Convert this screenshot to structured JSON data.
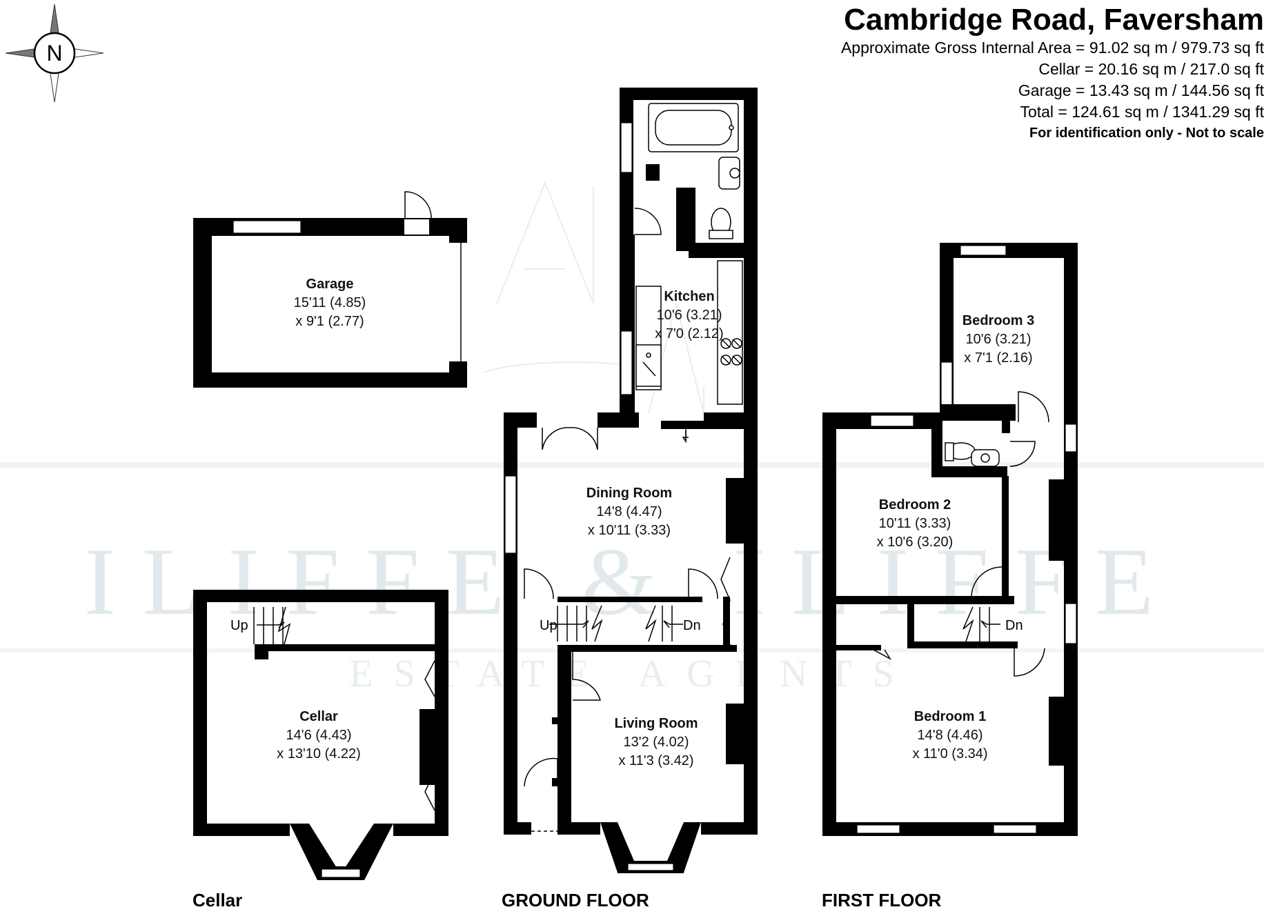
{
  "header": {
    "title": "Cambridge Road, Faversham",
    "gross_area": "Approximate Gross Internal Area = 91.02 sq m / 979.73 sq ft",
    "cellar_area": "Cellar = 20.16 sq m / 217.0 sq ft",
    "garage_area": "Garage = 13.43 sq m / 144.56 sq ft",
    "total_area": "Total = 124.61 sq m / 1341.29 sq ft",
    "disclaimer": "For identification only - Not to scale"
  },
  "compass": {
    "letter": "N",
    "icon": "north-compass-icon"
  },
  "watermark": {
    "brand": "ILIFFE & ILIFFE",
    "subtitle": "ESTATE AGENTS"
  },
  "rooms": {
    "garage": {
      "name": "Garage",
      "dim1": "15'11 (4.85)",
      "dim2": "x 9'1 (2.77)"
    },
    "kitchen": {
      "name": "Kitchen",
      "dim1": "10'6 (3.21)",
      "dim2": "x 7'0 (2.12)"
    },
    "dining": {
      "name": "Dining Room",
      "dim1": "14'8 (4.47)",
      "dim2": "x 10'11 (3.33)"
    },
    "living": {
      "name": "Living Room",
      "dim1": "13'2 (4.02)",
      "dim2": "x 11'3 (3.42)"
    },
    "cellar": {
      "name": "Cellar",
      "dim1": "14'6 (4.43)",
      "dim2": "x 13'10 (4.22)"
    },
    "bedroom3": {
      "name": "Bedroom 3",
      "dim1": "10'6 (3.21)",
      "dim2": "x 7'1 (2.16)"
    },
    "bedroom2": {
      "name": "Bedroom 2",
      "dim1": "10'11 (3.33)",
      "dim2": "x 10'6 (3.20)"
    },
    "bedroom1": {
      "name": "Bedroom 1",
      "dim1": "14'8 (4.46)",
      "dim2": "x 11'0 (3.34)"
    }
  },
  "stairs": {
    "cellar_up": "Up",
    "ground_up": "Up",
    "ground_dn": "Dn",
    "first_dn": "Dn"
  },
  "floors": {
    "cellar": "Cellar",
    "ground": "GROUND FLOOR",
    "first": "FIRST FLOOR"
  }
}
